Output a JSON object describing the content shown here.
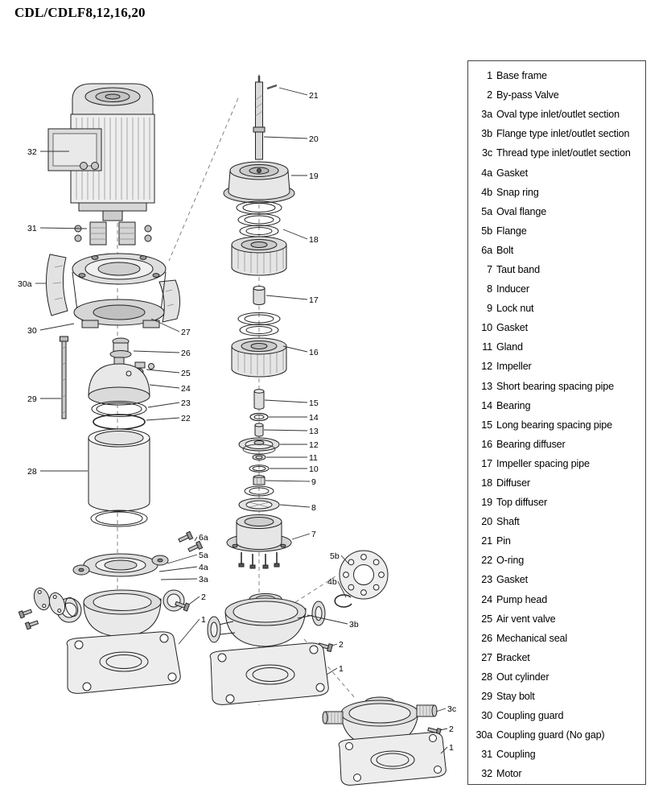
{
  "title": "CDL/CDLF8,12,16,20",
  "parts_list": {
    "items": [
      {
        "num": "1",
        "label": "Base frame"
      },
      {
        "num": "2",
        "label": "By-pass Valve"
      },
      {
        "num": "3a",
        "label": "Oval type inlet/outlet section"
      },
      {
        "num": "3b",
        "label": "Flange type inlet/outlet section"
      },
      {
        "num": "3c",
        "label": "Thread type inlet/outlet section"
      },
      {
        "num": "4a",
        "label": "Gasket"
      },
      {
        "num": "4b",
        "label": "Snap ring"
      },
      {
        "num": "5a",
        "label": "Oval flange"
      },
      {
        "num": "5b",
        "label": "Flange"
      },
      {
        "num": "6a",
        "label": "Bolt"
      },
      {
        "num": "7",
        "label": "Taut band"
      },
      {
        "num": "8",
        "label": "Inducer"
      },
      {
        "num": "9",
        "label": "Lock nut"
      },
      {
        "num": "10",
        "label": "Gasket"
      },
      {
        "num": "11",
        "label": "Gland"
      },
      {
        "num": "12",
        "label": "Impeller"
      },
      {
        "num": "13",
        "label": "Short bearing spacing pipe"
      },
      {
        "num": "14",
        "label": "Bearing"
      },
      {
        "num": "15",
        "label": "Long bearing spacing pipe"
      },
      {
        "num": "16",
        "label": "Bearing diffuser"
      },
      {
        "num": "17",
        "label": "Impeller spacing pipe"
      },
      {
        "num": "18",
        "label": "Diffuser"
      },
      {
        "num": "19",
        "label": "Top diffuser"
      },
      {
        "num": "20",
        "label": "Shaft"
      },
      {
        "num": "21",
        "label": "Pin"
      },
      {
        "num": "22",
        "label": "O-ring"
      },
      {
        "num": "23",
        "label": "Gasket"
      },
      {
        "num": "24",
        "label": "Pump head"
      },
      {
        "num": "25",
        "label": "Air vent valve"
      },
      {
        "num": "26",
        "label": "Mechanical seal"
      },
      {
        "num": "27",
        "label": "Bracket"
      },
      {
        "num": "28",
        "label": "Out cylinder"
      },
      {
        "num": "29",
        "label": "Stay bolt"
      },
      {
        "num": "30",
        "label": "Coupling guard"
      },
      {
        "num": "30a",
        "label": "Coupling guard (No gap)"
      },
      {
        "num": "31",
        "label": "Coupling"
      },
      {
        "num": "32",
        "label": "Motor"
      }
    ]
  },
  "diagram": {
    "callouts": [
      {
        "label": "32",
        "text": [
          34,
          192
        ],
        "line": [
          50,
          188,
          86,
          188
        ]
      },
      {
        "label": "31",
        "text": [
          34,
          287
        ],
        "line": [
          50,
          283,
          108,
          284
        ]
      },
      {
        "label": "30a",
        "text": [
          22,
          356
        ],
        "line": [
          44,
          352,
          58,
          352
        ]
      },
      {
        "label": "30",
        "text": [
          34,
          414
        ],
        "line": [
          50,
          410,
          92,
          402
        ]
      },
      {
        "label": "29",
        "text": [
          34,
          499
        ],
        "line": [
          50,
          495,
          76,
          495
        ]
      },
      {
        "label": "28",
        "text": [
          34,
          589
        ],
        "line": [
          50,
          585,
          109,
          585
        ]
      },
      {
        "label": "27",
        "text": [
          225,
          416
        ],
        "line": [
          223,
          412,
          188,
          396
        ]
      },
      {
        "label": "26",
        "text": [
          225,
          442
        ],
        "line": [
          223,
          438,
          166,
          436
        ]
      },
      {
        "label": "25",
        "text": [
          225,
          467
        ],
        "line": [
          223,
          463,
          182,
          459
        ]
      },
      {
        "label": "24",
        "text": [
          225,
          486
        ],
        "line": [
          223,
          482,
          186,
          478
        ]
      },
      {
        "label": "23",
        "text": [
          225,
          504
        ],
        "line": [
          223,
          500,
          184,
          506
        ]
      },
      {
        "label": "22",
        "text": [
          225,
          523
        ],
        "line": [
          223,
          519,
          182,
          522
        ]
      },
      {
        "label": "6a",
        "text": [
          247,
          671
        ],
        "line": [
          245,
          667,
          242,
          672
        ]
      },
      {
        "label": "5a",
        "text": [
          247,
          693
        ],
        "line": [
          245,
          689,
          208,
          700
        ]
      },
      {
        "label": "4a",
        "text": [
          247,
          708
        ],
        "line": [
          245,
          704,
          198,
          710
        ]
      },
      {
        "label": "3a",
        "text": [
          247,
          723
        ],
        "line": [
          245,
          719,
          200,
          720
        ]
      },
      {
        "label": "2",
        "text": [
          250,
          745
        ],
        "line": [
          248,
          741,
          236,
          750
        ]
      },
      {
        "label": "1",
        "text": [
          250,
          773
        ],
        "line": [
          248,
          769,
          222,
          800
        ]
      },
      {
        "label": "21",
        "text": [
          384,
          122
        ],
        "line": [
          382,
          118,
          347,
          109
        ]
      },
      {
        "label": "20",
        "text": [
          384,
          176
        ],
        "line": [
          382,
          172,
          328,
          170
        ]
      },
      {
        "label": "19",
        "text": [
          384,
          222
        ],
        "line": [
          382,
          218,
          362,
          218
        ]
      },
      {
        "label": "18",
        "text": [
          384,
          301
        ],
        "line": [
          382,
          297,
          352,
          285
        ]
      },
      {
        "label": "17",
        "text": [
          384,
          376
        ],
        "line": [
          382,
          372,
          331,
          367
        ]
      },
      {
        "label": "16",
        "text": [
          384,
          441
        ],
        "line": [
          382,
          437,
          352,
          430
        ]
      },
      {
        "label": "15",
        "text": [
          384,
          504
        ],
        "line": [
          382,
          500,
          329,
          497
        ]
      },
      {
        "label": "14",
        "text": [
          384,
          522
        ],
        "line": [
          382,
          518,
          334,
          518
        ]
      },
      {
        "label": "13",
        "text": [
          384,
          539
        ],
        "line": [
          382,
          535,
          328,
          534
        ]
      },
      {
        "label": "12",
        "text": [
          384,
          556
        ],
        "line": [
          382,
          552,
          348,
          552
        ]
      },
      {
        "label": "11",
        "text": [
          384,
          572
        ],
        "line": [
          382,
          568,
          331,
          568
        ]
      },
      {
        "label": "10",
        "text": [
          384,
          586
        ],
        "line": [
          382,
          582,
          335,
          582
        ]
      },
      {
        "label": "9",
        "text": [
          387,
          602
        ],
        "line": [
          385,
          598,
          330,
          597
        ]
      },
      {
        "label": "8",
        "text": [
          387,
          634
        ],
        "line": [
          385,
          630,
          348,
          627
        ]
      },
      {
        "label": "7",
        "text": [
          387,
          667
        ],
        "line": [
          385,
          663,
          363,
          670
        ]
      },
      {
        "label": "5b",
        "text": [
          410,
          694
        ],
        "line": [
          424,
          690,
          433,
          700
        ]
      },
      {
        "label": "4b",
        "text": [
          407,
          726
        ],
        "line": [
          420,
          722,
          430,
          742
        ]
      },
      {
        "label": "3b",
        "text": [
          434,
          779
        ],
        "line": [
          432,
          775,
          382,
          764
        ]
      },
      {
        "label": "2",
        "text": [
          421,
          804
        ],
        "line": [
          419,
          800,
          413,
          802
        ]
      },
      {
        "label": "1",
        "text": [
          421,
          834
        ],
        "line": [
          419,
          830,
          406,
          838
        ]
      },
      {
        "label": "3c",
        "text": [
          556,
          884
        ],
        "line": [
          554,
          880,
          542,
          884
        ]
      },
      {
        "label": "2",
        "text": [
          558,
          909
        ],
        "line": [
          556,
          905,
          547,
          907
        ]
      },
      {
        "label": "1",
        "text": [
          558,
          932
        ],
        "line": [
          556,
          928,
          548,
          936
        ]
      }
    ]
  }
}
